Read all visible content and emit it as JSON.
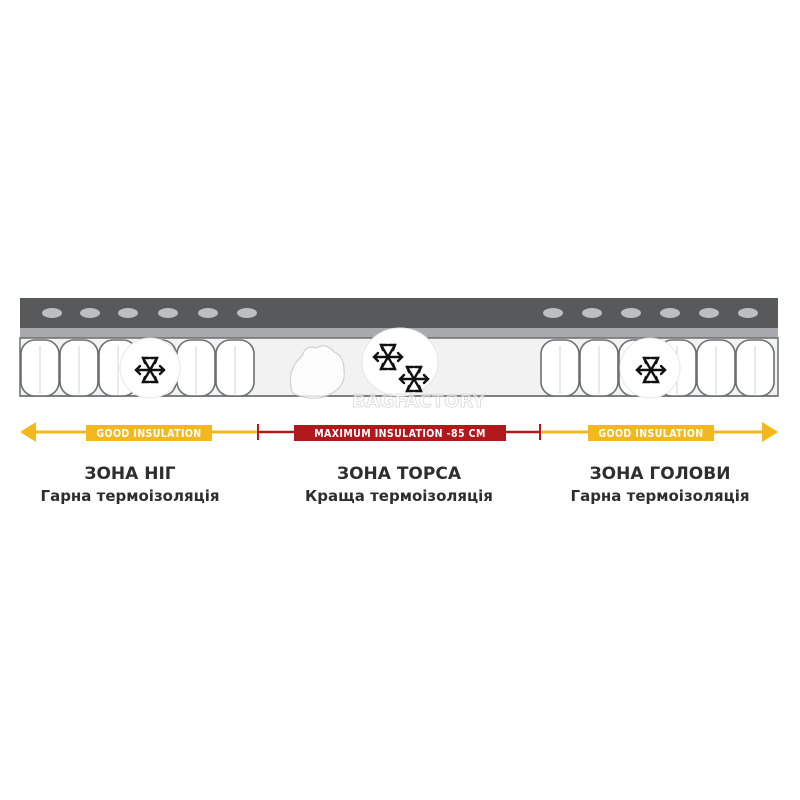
{
  "colors": {
    "shell_dark": "#58595b",
    "shell_mid": "#a7a9ac",
    "good_insulation": "#f3b81d",
    "max_insulation": "#b2191c",
    "text": "#2e2e2e"
  },
  "watermark": "BAGFACTORY",
  "bands": {
    "left": "GOOD INSULATION",
    "center": "MAXIMUM INSULATION -85 CM",
    "right": "GOOD INSULATION"
  },
  "icons": {
    "left": "snowflake-icon",
    "center": [
      "snowflake-icon",
      "snowflake-icon"
    ],
    "right": "snowflake-icon",
    "watermark": "dog-head-logo-icon"
  },
  "zones": [
    {
      "title": "ЗОНА НІГ",
      "subtitle": "Гарна термоізоляція"
    },
    {
      "title": "ЗОНА ТОРСА",
      "subtitle": "Краща термоізоляція"
    },
    {
      "title": "ЗОНА ГОЛОВИ",
      "subtitle": "Гарна термоізоляція"
    }
  ]
}
